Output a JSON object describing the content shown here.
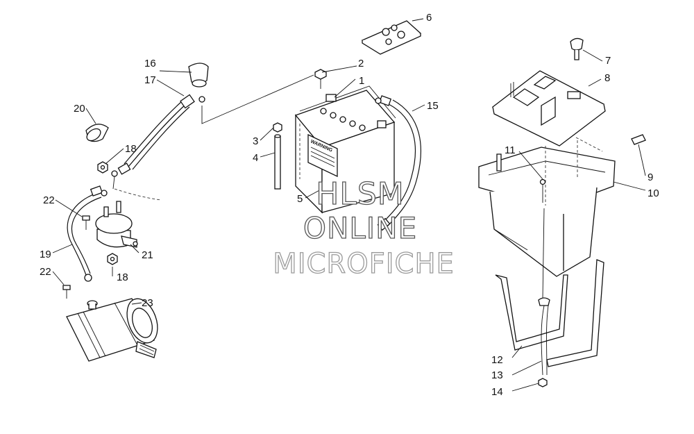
{
  "watermark": {
    "line1": "HLSM",
    "line2": "ONLINE",
    "line3": "MICROFICHE"
  },
  "battery": {
    "warning_label": "WARNING"
  },
  "callouts": [
    {
      "id": "1",
      "label": "1"
    },
    {
      "id": "2",
      "label": "2"
    },
    {
      "id": "3",
      "label": "3"
    },
    {
      "id": "4",
      "label": "4"
    },
    {
      "id": "5",
      "label": "5"
    },
    {
      "id": "6",
      "label": "6"
    },
    {
      "id": "7",
      "label": "7"
    },
    {
      "id": "8",
      "label": "8"
    },
    {
      "id": "9",
      "label": "9"
    },
    {
      "id": "10",
      "label": "10"
    },
    {
      "id": "11",
      "label": "11"
    },
    {
      "id": "12",
      "label": "12"
    },
    {
      "id": "13",
      "label": "13"
    },
    {
      "id": "14",
      "label": "14"
    },
    {
      "id": "15",
      "label": "15"
    },
    {
      "id": "16",
      "label": "16"
    },
    {
      "id": "17",
      "label": "17"
    },
    {
      "id": "18a",
      "label": "18"
    },
    {
      "id": "18b",
      "label": "18"
    },
    {
      "id": "19",
      "label": "19"
    },
    {
      "id": "20",
      "label": "20"
    },
    {
      "id": "21",
      "label": "21"
    },
    {
      "id": "22a",
      "label": "22"
    },
    {
      "id": "22b",
      "label": "22"
    },
    {
      "id": "23",
      "label": "23"
    }
  ]
}
